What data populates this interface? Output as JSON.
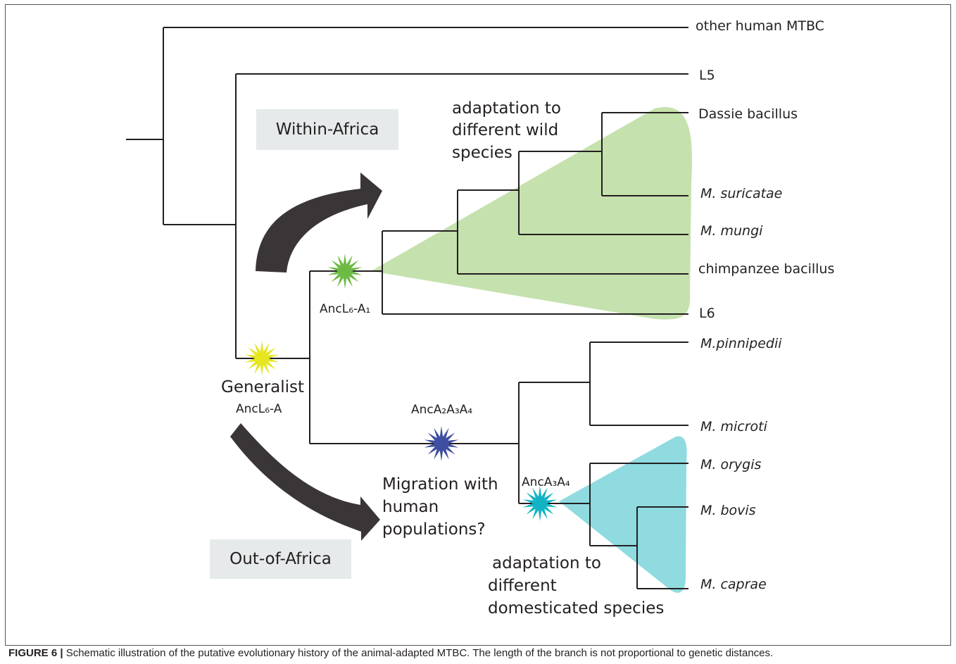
{
  "leaves": {
    "other_human": "other human MTBC",
    "l5": "L5",
    "dassie": "Dassie bacillus",
    "suricatae": "M. suricatae",
    "mungi": "M. mungi",
    "chimpanzee": "chimpanzee bacillus",
    "l6": "L6",
    "pinnipedii": "M.pinnipedii",
    "microti": "M. microti",
    "orygis": "M. orygis",
    "bovis": "M. bovis",
    "caprae": "M. caprae"
  },
  "regions": {
    "within_africa": "Within-Africa",
    "out_of_africa": "Out-of-Africa"
  },
  "annotations": {
    "wild_line1": "adaptation to",
    "wild_line2": "different wild",
    "wild_line3": "species",
    "migration_line1": "Migration with",
    "migration_line2": "human",
    "migration_line3": "populations?",
    "dom_line1": "adaptation to",
    "dom_line2": "different",
    "dom_line3": "domesticated species"
  },
  "ancestors": {
    "generalist": "Generalist",
    "ancl6a": "AncL₆-A",
    "ancl6a1": "AncL₆-A₁",
    "anca2a3a4": "AncA₂A₃A₄",
    "anca3a4": "AncA₃A₄"
  },
  "caption": {
    "label": "FIGURE 6 |",
    "text": " Schematic illustration of the putative evolutionary history of the animal-adapted MTBC. The length of the branch is not proportional to genetic distances."
  },
  "colors": {
    "wild_clade": "#c5e1ad",
    "domesticated_clade": "#8fdbe0",
    "generalist_star": "#e5e620",
    "ancl6a1_star": "#6dbb45",
    "anca2a3a4_star": "#3e4ea0",
    "anca3a4_star": "#12b4c4",
    "arrow": "#3a3536"
  }
}
